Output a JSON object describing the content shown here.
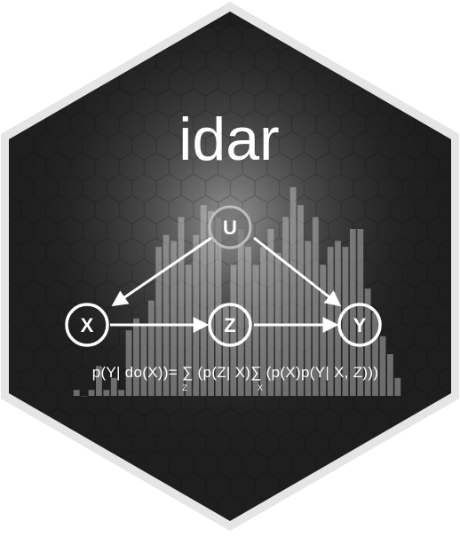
{
  "logo": {
    "title": "idar",
    "formula_text": "p(Y| do(X))= ∑ (p(Z| X)∑ (p(X)p(Y| X, Z)))",
    "formula_sub_z": "Z",
    "formula_sub_x": "X"
  },
  "nodes": {
    "u": "U",
    "x": "X",
    "z": "Z",
    "y": "Y"
  },
  "histogram": {
    "values": [
      1,
      0,
      1,
      5,
      1,
      3,
      1,
      11,
      13,
      12,
      16,
      25,
      27,
      26,
      30,
      22,
      27,
      32,
      31,
      30,
      15,
      22,
      28,
      25,
      22,
      25,
      28,
      24,
      30,
      35,
      32,
      26,
      30,
      22,
      25,
      26,
      25,
      28,
      28,
      18,
      14,
      10,
      7,
      3
    ]
  },
  "colors": {
    "hex_border": "#e5e5e5",
    "hex_fill": "#1e1e1e",
    "glow": "#9a9a9a",
    "title": "#ffffff",
    "node_stroke": "#ffffff",
    "arrow": "#ffffff"
  }
}
